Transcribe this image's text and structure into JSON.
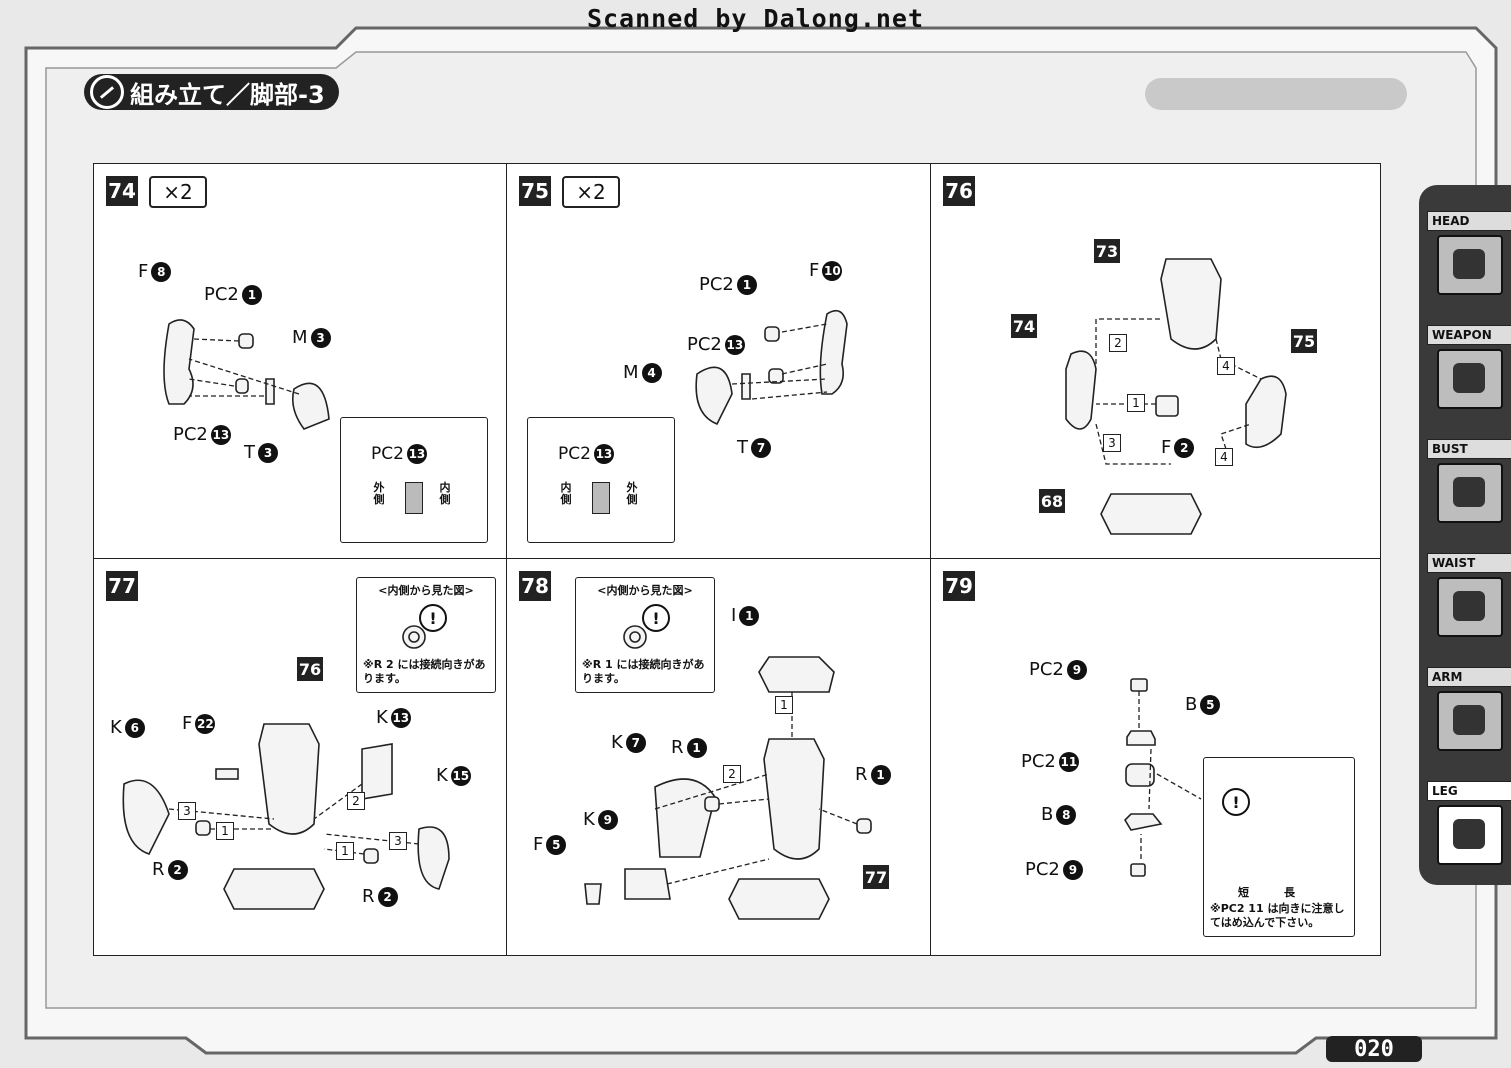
{
  "scan_credit": "Scanned by Dalong.net",
  "title": "組み立て／脚部-3",
  "page_number": "020",
  "nav": [
    {
      "label": "HEAD"
    },
    {
      "label": "WEAPON"
    },
    {
      "label": "BUST"
    },
    {
      "label": "WAIST"
    },
    {
      "label": "ARM"
    },
    {
      "label": "LEG",
      "active": true
    }
  ],
  "steps": {
    "s74": {
      "num": "74",
      "qty": "×2",
      "labels": [
        {
          "t": "F",
          "n": "8"
        },
        {
          "t": "PC2",
          "n": "1"
        },
        {
          "t": "M",
          "n": "3"
        },
        {
          "t": "PC2",
          "n": "13"
        },
        {
          "t": "T",
          "n": "3"
        }
      ],
      "inset": {
        "t": "PC2",
        "n": "13",
        "left": "外側",
        "right": "内側"
      }
    },
    "s75": {
      "num": "75",
      "qty": "×2",
      "labels": [
        {
          "t": "PC2",
          "n": "1"
        },
        {
          "t": "F",
          "n": "10"
        },
        {
          "t": "PC2",
          "n": "13"
        },
        {
          "t": "M",
          "n": "4"
        },
        {
          "t": "T",
          "n": "7"
        }
      ],
      "inset": {
        "t": "PC2",
        "n": "13",
        "left": "内側",
        "right": "外側"
      }
    },
    "s76": {
      "num": "76",
      "refs": [
        "73",
        "74",
        "75",
        "68"
      ],
      "labels": [
        {
          "t": "F",
          "n": "2"
        }
      ],
      "order": [
        "2",
        "1",
        "3",
        "4",
        "4"
      ]
    },
    "s77": {
      "num": "77",
      "view_title": "<内側から見た図>",
      "note": "※R 2 には接続向きがあります。",
      "refs": [
        "76"
      ],
      "labels": [
        {
          "t": "K",
          "n": "6"
        },
        {
          "t": "F",
          "n": "22"
        },
        {
          "t": "K",
          "n": "13"
        },
        {
          "t": "K",
          "n": "15"
        },
        {
          "t": "R",
          "n": "2"
        },
        {
          "t": "R",
          "n": "2"
        }
      ],
      "order": [
        "3",
        "1",
        "2",
        "3",
        "1"
      ]
    },
    "s78": {
      "num": "78",
      "view_title": "<内側から見た図>",
      "note": "※R 1 には接続向きがあります。",
      "refs": [
        "77"
      ],
      "labels": [
        {
          "t": "I",
          "n": "1"
        },
        {
          "t": "K",
          "n": "7"
        },
        {
          "t": "R",
          "n": "1"
        },
        {
          "t": "R",
          "n": "1"
        },
        {
          "t": "K",
          "n": "9"
        },
        {
          "t": "F",
          "n": "5"
        }
      ],
      "order": [
        "1",
        "2"
      ]
    },
    "s79": {
      "num": "79",
      "labels": [
        {
          "t": "PC2",
          "n": "9"
        },
        {
          "t": "B",
          "n": "5"
        },
        {
          "t": "PC2",
          "n": "11"
        },
        {
          "t": "B",
          "n": "8"
        },
        {
          "t": "PC2",
          "n": "9"
        }
      ],
      "inset": {
        "short": "短",
        "long": "長",
        "note": "※PC2 11 は向きに注意してはめ込んで下さい。"
      }
    }
  }
}
